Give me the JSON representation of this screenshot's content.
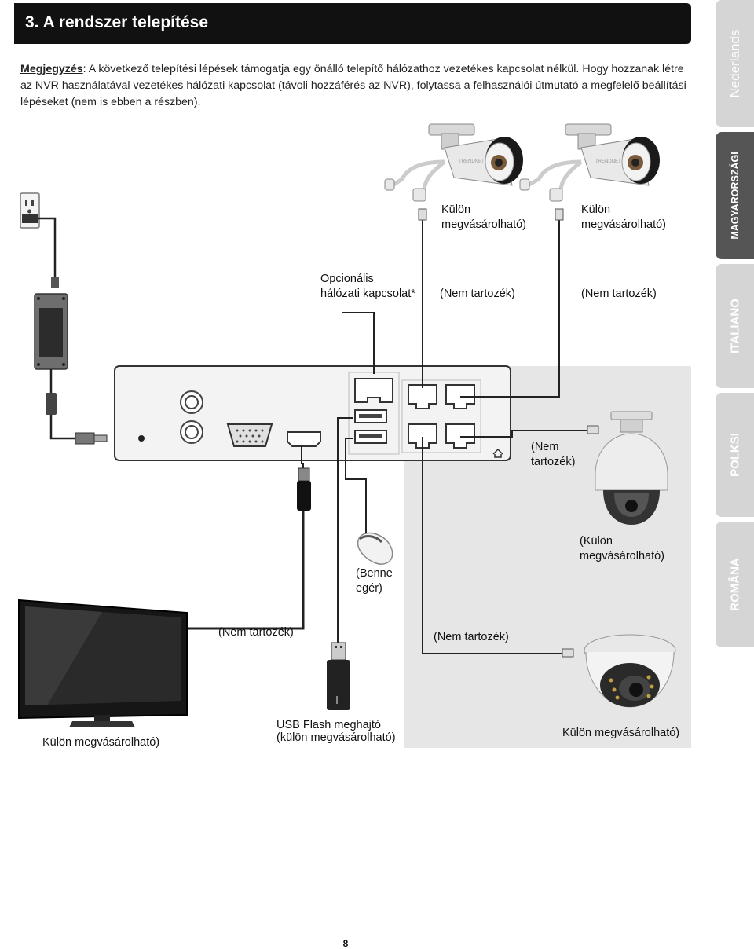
{
  "header": {
    "title": "3. A rendszer telepítése"
  },
  "note": {
    "label": "Megjegyzés",
    "text": ": A következő telepítési lépések támogatja egy önálló telepítő hálózathoz vezetékes kapcsolat nélkül. Hogy hozzanak létre az NVR használatával vezetékes hálózati kapcsolat (távoli hozzáférés az NVR), folytassa a felhasználói útmutató a megfelelő beállítási lépéseket (nem is ebben a részben)."
  },
  "side_tabs": [
    {
      "label": "Nederlands",
      "active": false
    },
    {
      "label": "MAGYARORSZÁGI",
      "active": true
    },
    {
      "label": "ITALIANO",
      "active": false
    },
    {
      "label": "POLKSI",
      "active": false
    },
    {
      "label": "ROMÂNA",
      "active": false
    }
  ],
  "labels": {
    "camera1_sold_1": "Külön",
    "camera1_sold_2": "megvásárolható)",
    "camera2_sold_1": "Külön",
    "camera2_sold_2": "megvásárolható)",
    "optional_net_1": "Opcionális",
    "optional_net_2": "hálózati kapcsolat*",
    "not_incl_1": "(Nem tartozék)",
    "not_incl_2": "(Nem tartozék)",
    "ptz_not_1": "(Nem",
    "ptz_not_2": "tartozék)",
    "ptz_sold_1": "(Külön",
    "ptz_sold_2": "megvásárolható)",
    "mouse_1": "(Benne",
    "mouse_2": "egér)",
    "hdmi_not": "(Nem tartozék)",
    "dome_not": "(Nem tartozék)",
    "tv_sold": "Külön megvásárolható)",
    "usb_1": "USB Flash meghajtó",
    "usb_2": "(külön megvásárolható)",
    "dome_sold": "Külön megvásárolható)"
  },
  "camera_brand": "TRENDNET",
  "page_number": "8",
  "colors": {
    "header_bg": "#111111",
    "tab_active": "#555555",
    "tab_inactive": "#d5d5d5",
    "panel_bg": "#e6e6e6"
  }
}
